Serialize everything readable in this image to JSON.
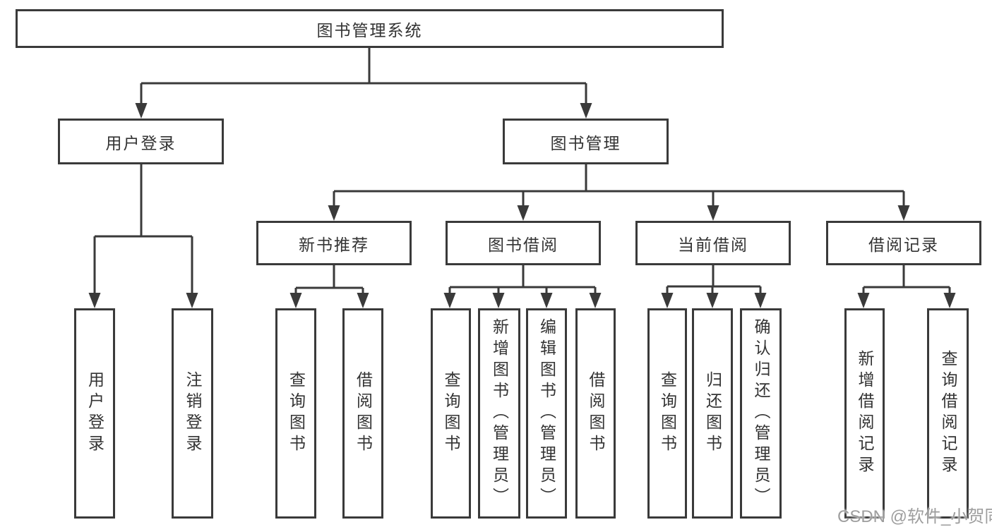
{
  "tree": {
    "label": "图书管理系统",
    "children": [
      {
        "label": "用户登录",
        "children": [
          {
            "label": "用户登录"
          },
          {
            "label": "注销登录"
          }
        ]
      },
      {
        "label": "图书管理",
        "children": [
          {
            "label": "新书推荐",
            "children": [
              {
                "label": "查询图书"
              },
              {
                "label": "借阅图书"
              }
            ]
          },
          {
            "label": "图书借阅",
            "children": [
              {
                "label": "查询图书"
              },
              {
                "label": "新增图书（管理员）"
              },
              {
                "label": "编辑图书（管理员）"
              },
              {
                "label": "借阅图书"
              }
            ]
          },
          {
            "label": "当前借阅",
            "children": [
              {
                "label": "查询图书"
              },
              {
                "label": "归还图书"
              },
              {
                "label": "确认归还（管理员）"
              }
            ]
          },
          {
            "label": "借阅记录",
            "children": [
              {
                "label": "新增借阅记录"
              },
              {
                "label": "查询借阅记录"
              }
            ]
          }
        ]
      }
    ]
  },
  "watermark": {
    "text": "CSDN @软件_小贺同学"
  },
  "colors": {
    "line": "#3a3a3a",
    "text": "#333333",
    "watermark": "#9e9e9e",
    "bg": "#ffffff"
  }
}
